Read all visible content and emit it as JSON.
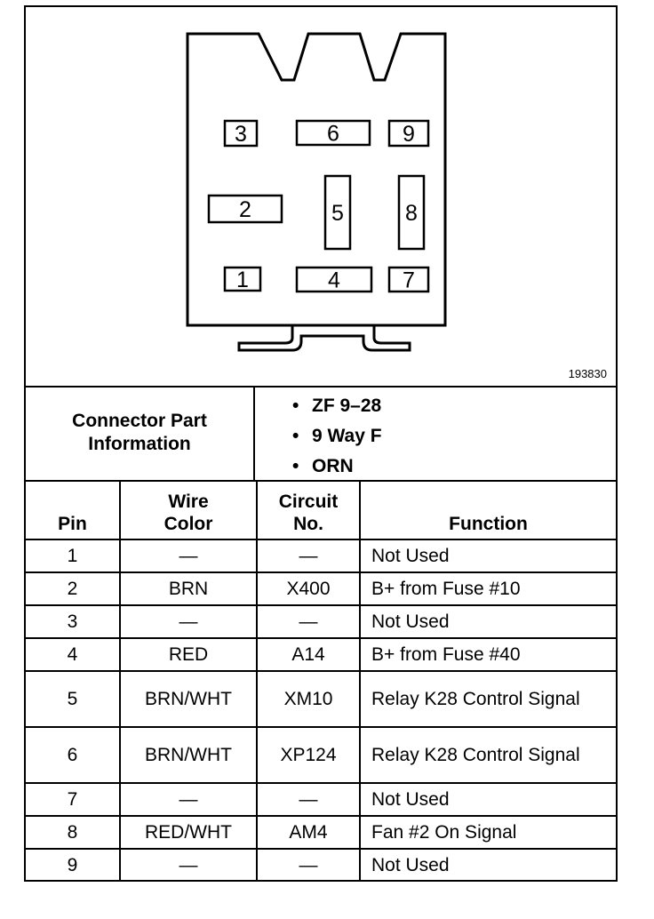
{
  "figure_id": "193830",
  "connector": {
    "pins": [
      {
        "label": "1"
      },
      {
        "label": "2"
      },
      {
        "label": "3"
      },
      {
        "label": "4"
      },
      {
        "label": "5"
      },
      {
        "label": "6"
      },
      {
        "label": "7"
      },
      {
        "label": "8"
      },
      {
        "label": "9"
      }
    ]
  },
  "info": {
    "title": "Connector Part Information",
    "items": [
      "ZF 9–28",
      "9 Way F",
      "ORN"
    ]
  },
  "table": {
    "headers": {
      "pin": "Pin",
      "wire_color": "Wire Color",
      "circuit": "Circuit No.",
      "function": "Function"
    },
    "rows": [
      {
        "pin": "1",
        "wire": "—",
        "circuit": "—",
        "function": "Not Used"
      },
      {
        "pin": "2",
        "wire": "BRN",
        "circuit": "X400",
        "function": "B+ from Fuse #10"
      },
      {
        "pin": "3",
        "wire": "—",
        "circuit": "—",
        "function": "Not Used"
      },
      {
        "pin": "4",
        "wire": "RED",
        "circuit": "A14",
        "function": "B+ from Fuse #40"
      },
      {
        "pin": "5",
        "wire": "BRN/WHT",
        "circuit": "XM10",
        "function": "Relay K28 Control Signal"
      },
      {
        "pin": "6",
        "wire": "BRN/WHT",
        "circuit": "XP124",
        "function": "Relay K28 Control Signal"
      },
      {
        "pin": "7",
        "wire": "—",
        "circuit": "—",
        "function": "Not Used"
      },
      {
        "pin": "8",
        "wire": "RED/WHT",
        "circuit": "AM4",
        "function": "Fan #2 On Signal"
      },
      {
        "pin": "9",
        "wire": "—",
        "circuit": "—",
        "function": "Not Used"
      }
    ]
  }
}
